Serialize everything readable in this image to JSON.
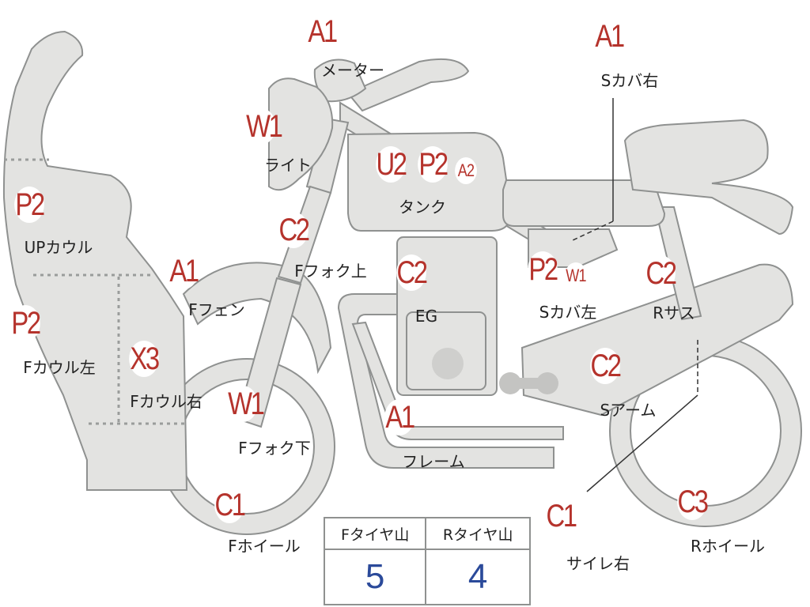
{
  "markers": {
    "meter_grade": "A1",
    "scover_r_grade": "A1",
    "light_grade": "W1",
    "tank_grade_1": "U2",
    "tank_grade_2": "P2",
    "tank_grade_3": "A2",
    "upcowl_grade": "P2",
    "ffork_upper_grade": "C2",
    "eg_grade": "C2",
    "scover_l_grade_1": "P2",
    "scover_l_grade_2": "W1",
    "rsus_grade": "C2",
    "ffender_grade": "A1",
    "fcowl_l_grade": "P2",
    "fcowl_r_grade": "X3",
    "sarm_grade": "C2",
    "ffork_lower_grade": "W1",
    "frame_grade": "A1",
    "fwheel_grade": "C1",
    "silencer_r_grade": "C1",
    "rwheel_grade": "C3"
  },
  "labels": {
    "meter": "メーター",
    "scover_r": "Sカバ右",
    "light": "ライト",
    "tank": "タンク",
    "upcowl": "UPカウル",
    "ffork_upper": "Fフォク上",
    "eg": "EG",
    "scover_l": "Sカバ左",
    "rsus": "Rサス",
    "ffender": "Fフェン",
    "fcowl_l": "Fカウル左",
    "fcowl_r": "Fカウル右",
    "sarm": "Sアーム",
    "ffork_lower": "Fフォク下",
    "frame": "フレーム",
    "fwheel": "Fホイール",
    "silencer_r": "サイレ右",
    "rwheel": "Rホイール"
  },
  "tire_table": {
    "front_header": "Fタイヤ山",
    "rear_header": "Rタイヤ山",
    "front_value": "5",
    "rear_value": "4"
  }
}
